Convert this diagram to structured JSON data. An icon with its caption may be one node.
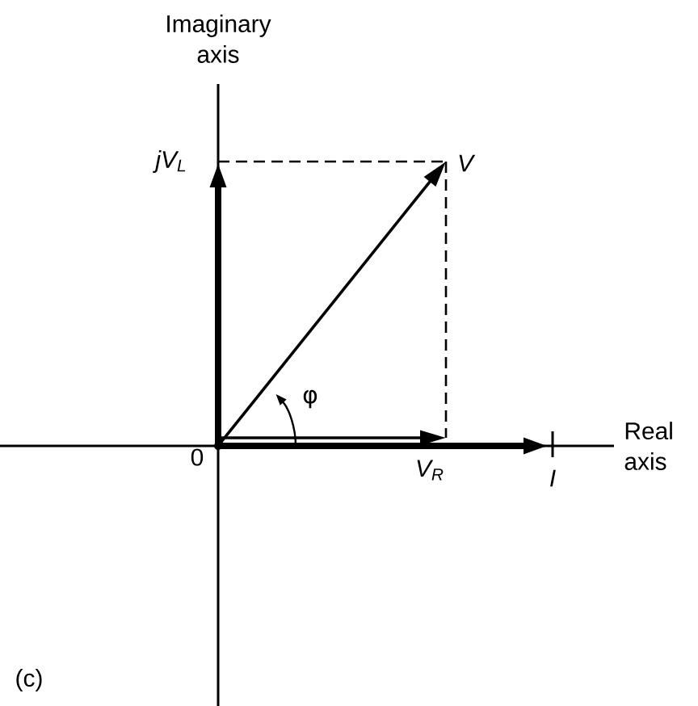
{
  "diagram": {
    "nodes": [
      {
        "text": [],
        "shape": "dot"
      },
      {
        "text": [
          "jV$_{L}$"
        ]
      },
      {
        "text": [
          "V"
        ]
      },
      {
        "text": [
          "V$_{R}$"
        ]
      },
      {
        "text": [
          "I"
        ]
      }
    ],
    "edges": [
      {
        "from": 0,
        "to": 1,
        "arrow": "to",
        "style": "thick"
      },
      {
        "from": 0,
        "to": 2,
        "arrow": "to"
      },
      {
        "from": 0,
        "to": 3,
        "arrow": "to"
      },
      {
        "from": 0,
        "to": 4,
        "arrow": "to",
        "style": "thick"
      },
      {
        "from": 1,
        "to": 2,
        "arrow": "none",
        "style": "dashed"
      },
      {
        "from": 2,
        "to": 3,
        "arrow": "none",
        "style": "dashed"
      }
    ],
    "labels": [
      "Imaginary axis",
      "Real axis",
      "0",
      "φ",
      "(c)"
    ]
  }
}
